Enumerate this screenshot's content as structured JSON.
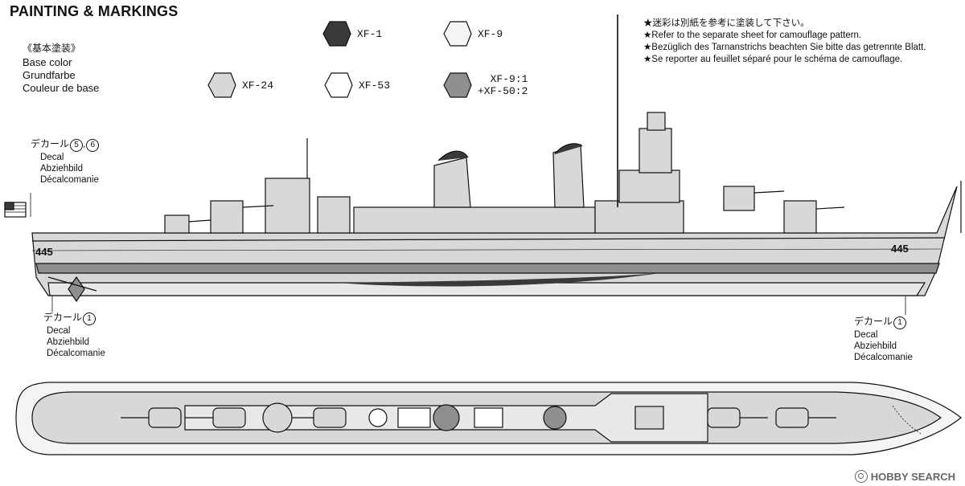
{
  "header": {
    "title": "PAINTING & MARKINGS"
  },
  "base_color": {
    "jp": "《基本塗装》",
    "en": "Base color",
    "de": "Grundfarbe",
    "fr": "Couleur de base"
  },
  "swatches": [
    {
      "code": "XF-1",
      "color": "#3a3a3a"
    },
    {
      "code": "XF-9",
      "color": "#f4f4f4"
    },
    {
      "code": "XF-24",
      "color": "#d8d8d8"
    },
    {
      "code": "XF-53",
      "color": "#ffffff"
    },
    {
      "code_line1": "XF-9:1",
      "code_line2": "+XF-50:2",
      "color": "#8f8f8f"
    }
  ],
  "notes": [
    "★迷彩は別紙を参考に塗装して下さい。",
    "★Refer to the separate sheet for camouflage pattern.",
    "★Bezüglich des Tarnanstrichs beachten Sie bitte das getrennte Blatt.",
    "★Se reporter au feuillet séparé pour le schéma de camouflage."
  ],
  "decals": {
    "top_left": {
      "jp": "デカール",
      "nums": [
        "5",
        "6"
      ],
      "en": "Decal",
      "de": "Abziehbild",
      "fr": "Décalcomanie"
    },
    "bottom_left": {
      "jp": "デカール",
      "nums": [
        "1"
      ],
      "en": "Decal",
      "de": "Abziehbild",
      "fr": "Décalcomanie"
    },
    "bottom_right": {
      "jp": "デカール",
      "nums": [
        "1"
      ],
      "en": "Decal",
      "de": "Abziehbild",
      "fr": "Décalcomanie"
    }
  },
  "hull_number": "445",
  "watermark": "HOBBY SEARCH",
  "icons": {
    "watermark": "hobbysearch-logo-icon"
  }
}
